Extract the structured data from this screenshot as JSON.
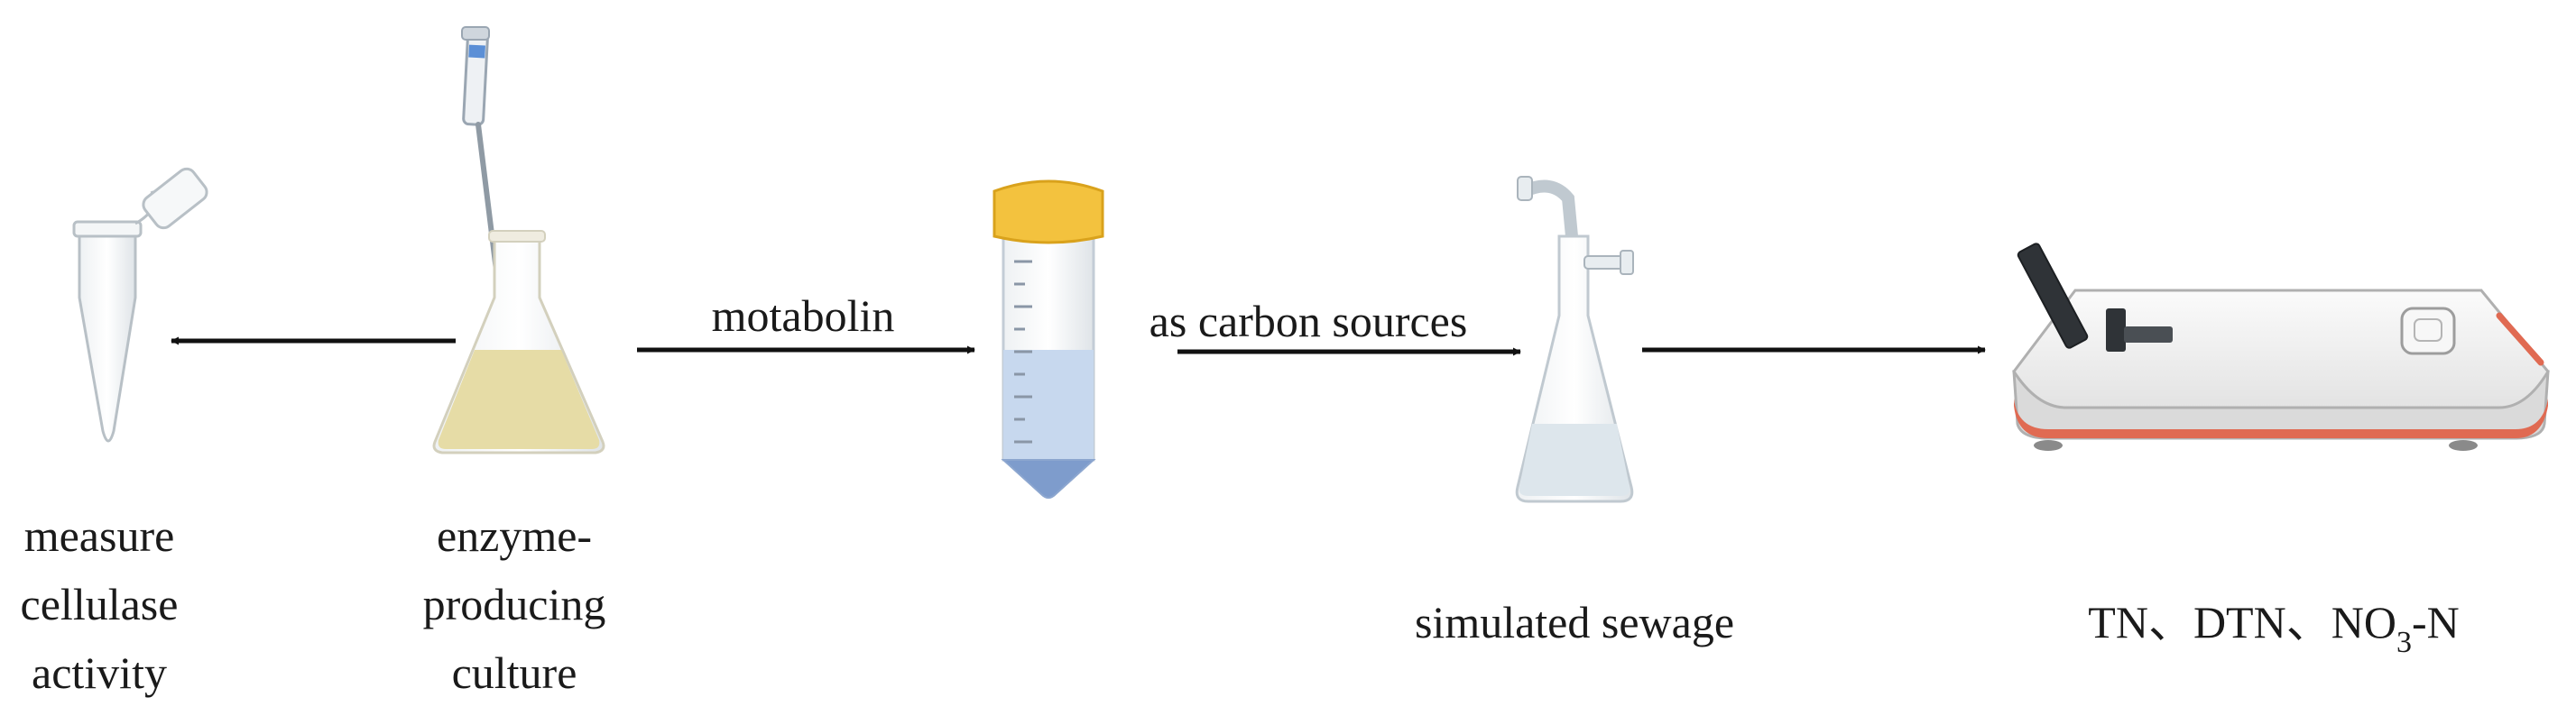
{
  "labels": {
    "measure": [
      "measure",
      "cellulase",
      "activity"
    ],
    "culture": [
      "enzyme-",
      "producing",
      "culture"
    ],
    "motabolin": "motabolin",
    "carbon": "as carbon sources",
    "sewage": "simulated sewage",
    "analytes": {
      "prefix": "TN、DTN、NO",
      "subscript": "3",
      "suffix": "-N"
    }
  },
  "colors": {
    "arrow": "#111111",
    "flask_liquid": "#e6dca6",
    "tube_cap": "#f3c23e",
    "tube_liquid": "#c7d8ee",
    "pellet": "#7e9ccc",
    "analyzer_stripe": "#e06a52"
  },
  "icons": [
    "microcentrifuge-tube-icon",
    "pipette-icon",
    "erlenmeyer-flask-icon",
    "centrifuge-tube-icon",
    "suction-flask-icon",
    "analyzer-instrument-icon"
  ]
}
